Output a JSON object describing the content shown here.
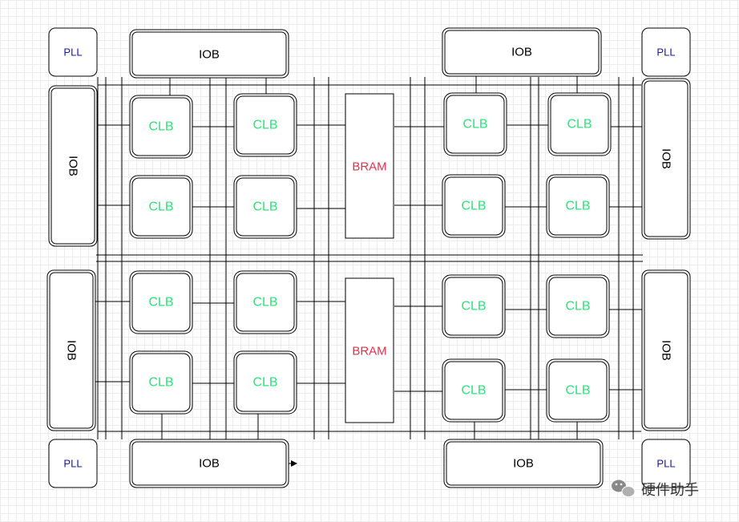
{
  "colors": {
    "clb": "#2ee27a",
    "pll": "#1a1a9a",
    "bram": "#e0314b",
    "iob": "#000000"
  },
  "labels": {
    "clb": "CLB",
    "iob": "IOB",
    "pll": "PLL",
    "bram": "BRAM"
  },
  "pll_blocks": [
    {
      "id": "pll-top-left",
      "label": "PLL"
    },
    {
      "id": "pll-top-right",
      "label": "PLL"
    },
    {
      "id": "pll-bottom-left",
      "label": "PLL"
    },
    {
      "id": "pll-bottom-right",
      "label": "PLL"
    }
  ],
  "iob_blocks": [
    {
      "id": "iob-top-left",
      "label": "IOB"
    },
    {
      "id": "iob-top-right",
      "label": "IOB"
    },
    {
      "id": "iob-bottom-left",
      "label": "IOB"
    },
    {
      "id": "iob-bottom-right",
      "label": "IOB"
    },
    {
      "id": "iob-left-upper",
      "label": "IOB"
    },
    {
      "id": "iob-left-lower",
      "label": "IOB"
    },
    {
      "id": "iob-right-upper",
      "label": "IOB"
    },
    {
      "id": "iob-right-lower",
      "label": "IOB"
    }
  ],
  "bram_blocks": [
    {
      "id": "bram-upper",
      "label": "BRAM"
    },
    {
      "id": "bram-lower",
      "label": "BRAM"
    }
  ],
  "clb_count": 16,
  "watermark": {
    "text": "硬件助手",
    "icon": "wechat-icon"
  }
}
